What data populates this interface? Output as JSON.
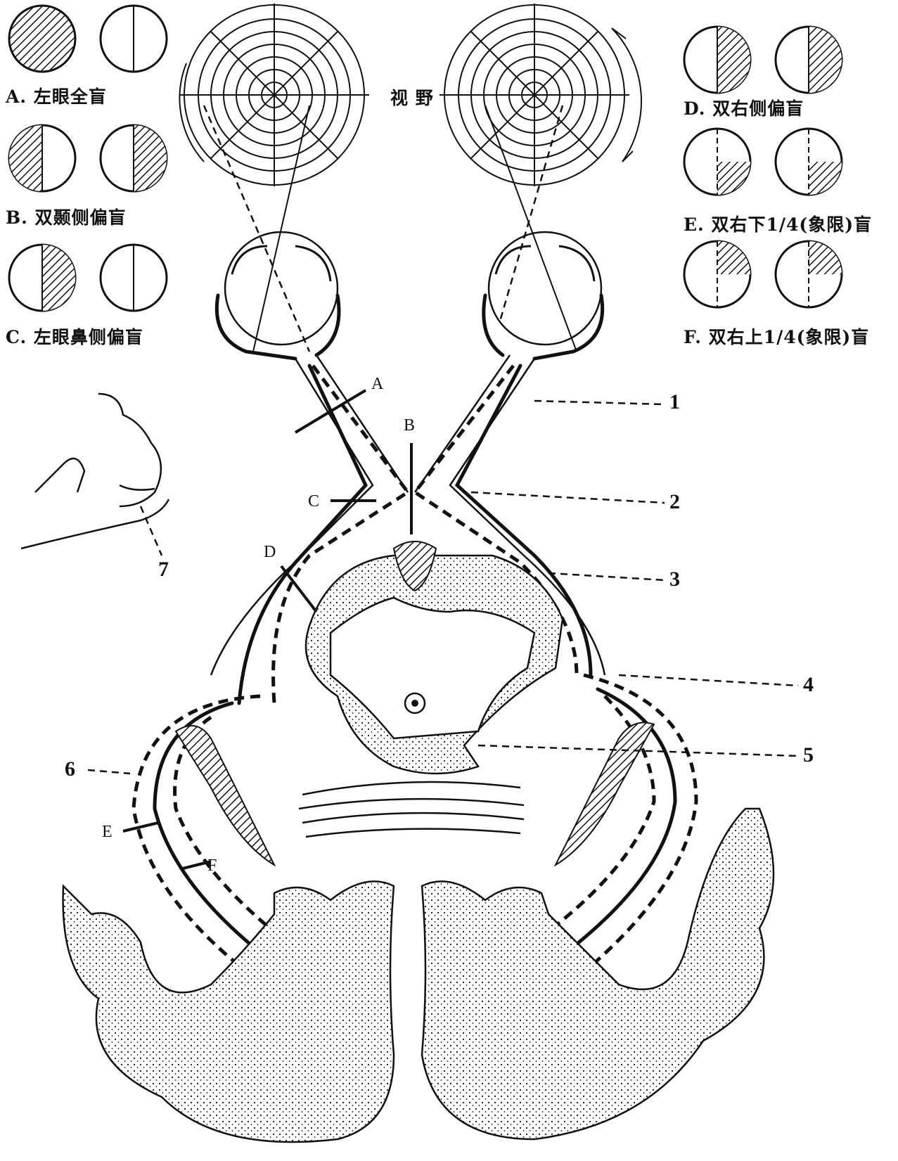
{
  "visual_field_label": "视 野",
  "defects": [
    {
      "letter": "A.",
      "text": "左眼全盲"
    },
    {
      "letter": "B.",
      "text": "双颞侧偏盲"
    },
    {
      "letter": "C.",
      "text": "左眼鼻侧偏盲"
    },
    {
      "letter": "D.",
      "text": "双右侧偏盲"
    },
    {
      "letter": "E.",
      "text": "双右下1/4(象限)盲"
    },
    {
      "letter": "F.",
      "text": "双右上1/4(象限)盲"
    }
  ],
  "lesion_labels": [
    "A",
    "B",
    "C",
    "D",
    "E",
    "F"
  ],
  "structure_numbers": [
    "1",
    "2",
    "3",
    "4",
    "5",
    "6",
    "7"
  ],
  "colors": {
    "ink": "#111111",
    "cortex_fill": "#ffffff",
    "hatch": "#111111"
  }
}
